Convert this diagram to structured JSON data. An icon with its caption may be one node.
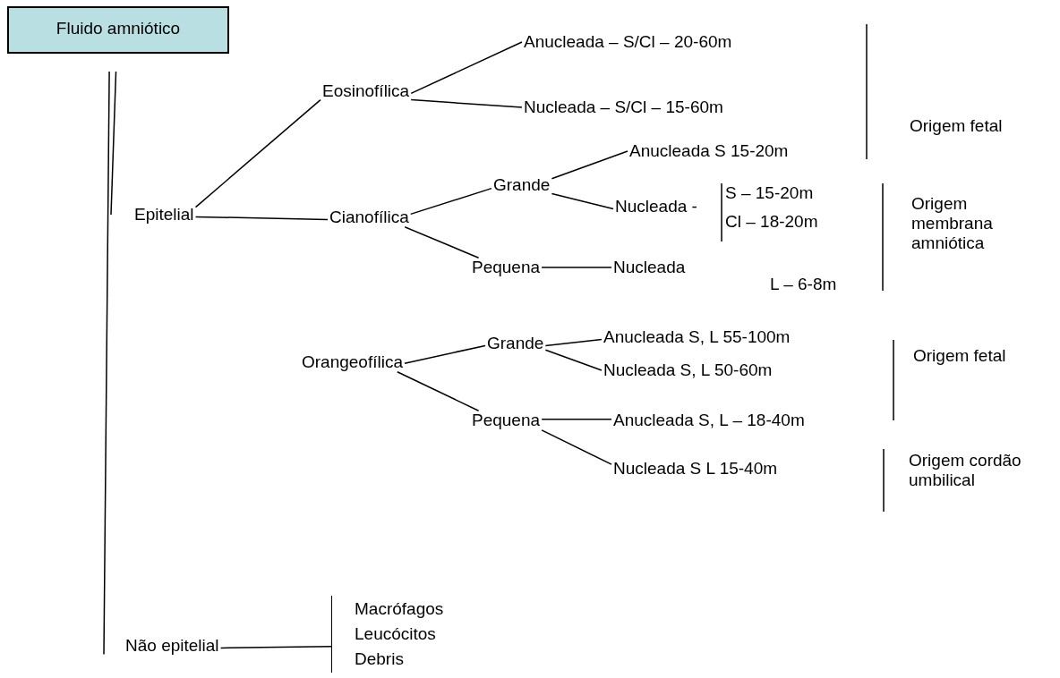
{
  "diagram": {
    "nodes": [
      {
        "text": [
          "Fluido amniótico"
        ]
      },
      {
        "text": [
          "Epitelial"
        ]
      },
      {
        "text": [
          "Eosinofílica"
        ]
      },
      {
        "text": [
          "Anucleada – S/Cl – 20-60m"
        ]
      },
      {
        "text": [
          "Nucleada – S/Cl – 15-60m"
        ]
      },
      {
        "text": [
          "Cianofílica"
        ]
      },
      {
        "text": [
          "Grande"
        ]
      },
      {
        "text": [
          "Anucleada S 15-20m"
        ]
      },
      {
        "text": [
          "Nucleada -"
        ]
      },
      {
        "text": [
          "Pequena"
        ]
      },
      {
        "text": [
          "Nucleada"
        ]
      },
      {
        "text": [
          "Orangeofílica"
        ]
      },
      {
        "text": [
          "Grande"
        ]
      },
      {
        "text": [
          "Anucleada S, L 55-100m"
        ]
      },
      {
        "text": [
          "Nucleada S, L  50-60m"
        ]
      },
      {
        "text": [
          "Pequena"
        ]
      },
      {
        "text": [
          "Anucleada S, L – 18-40m"
        ]
      },
      {
        "text": [
          "Nucleada S L 15-40m"
        ]
      },
      {
        "text": [
          "Não epitelial"
        ]
      },
      {
        "text": [
          "Macrófagos",
          "Leucócitos",
          "Debris"
        ]
      }
    ],
    "edges": [
      {
        "from": 0,
        "to": 1,
        "arrow": "none"
      },
      {
        "from": 0,
        "to": 18,
        "arrow": "none"
      },
      {
        "from": 1,
        "to": 2,
        "arrow": "none"
      },
      {
        "from": 1,
        "to": 5,
        "arrow": "none"
      },
      {
        "from": 2,
        "to": 3,
        "arrow": "none"
      },
      {
        "from": 2,
        "to": 4,
        "arrow": "none"
      },
      {
        "from": 5,
        "to": 6,
        "arrow": "none"
      },
      {
        "from": 5,
        "to": 9,
        "arrow": "none"
      },
      {
        "from": 6,
        "to": 7,
        "arrow": "none"
      },
      {
        "from": 6,
        "to": 8,
        "arrow": "none"
      },
      {
        "from": 9,
        "to": 10,
        "arrow": "none"
      },
      {
        "from": 11,
        "to": 12,
        "arrow": "none"
      },
      {
        "from": 11,
        "to": 15,
        "arrow": "none"
      },
      {
        "from": 12,
        "to": 13,
        "arrow": "none"
      },
      {
        "from": 12,
        "to": 14,
        "arrow": "none"
      },
      {
        "from": 15,
        "to": 16,
        "arrow": "none"
      },
      {
        "from": 15,
        "to": 17,
        "arrow": "none"
      },
      {
        "from": 18,
        "to": 19,
        "arrow": "none"
      }
    ],
    "labels": [
      "S – 15-20m",
      "Cl – 18-20m",
      "L – 6-8m",
      "Origem fetal",
      "Origem membrana amniótica",
      "Origem fetal",
      "Origem cordão umbilical"
    ]
  }
}
